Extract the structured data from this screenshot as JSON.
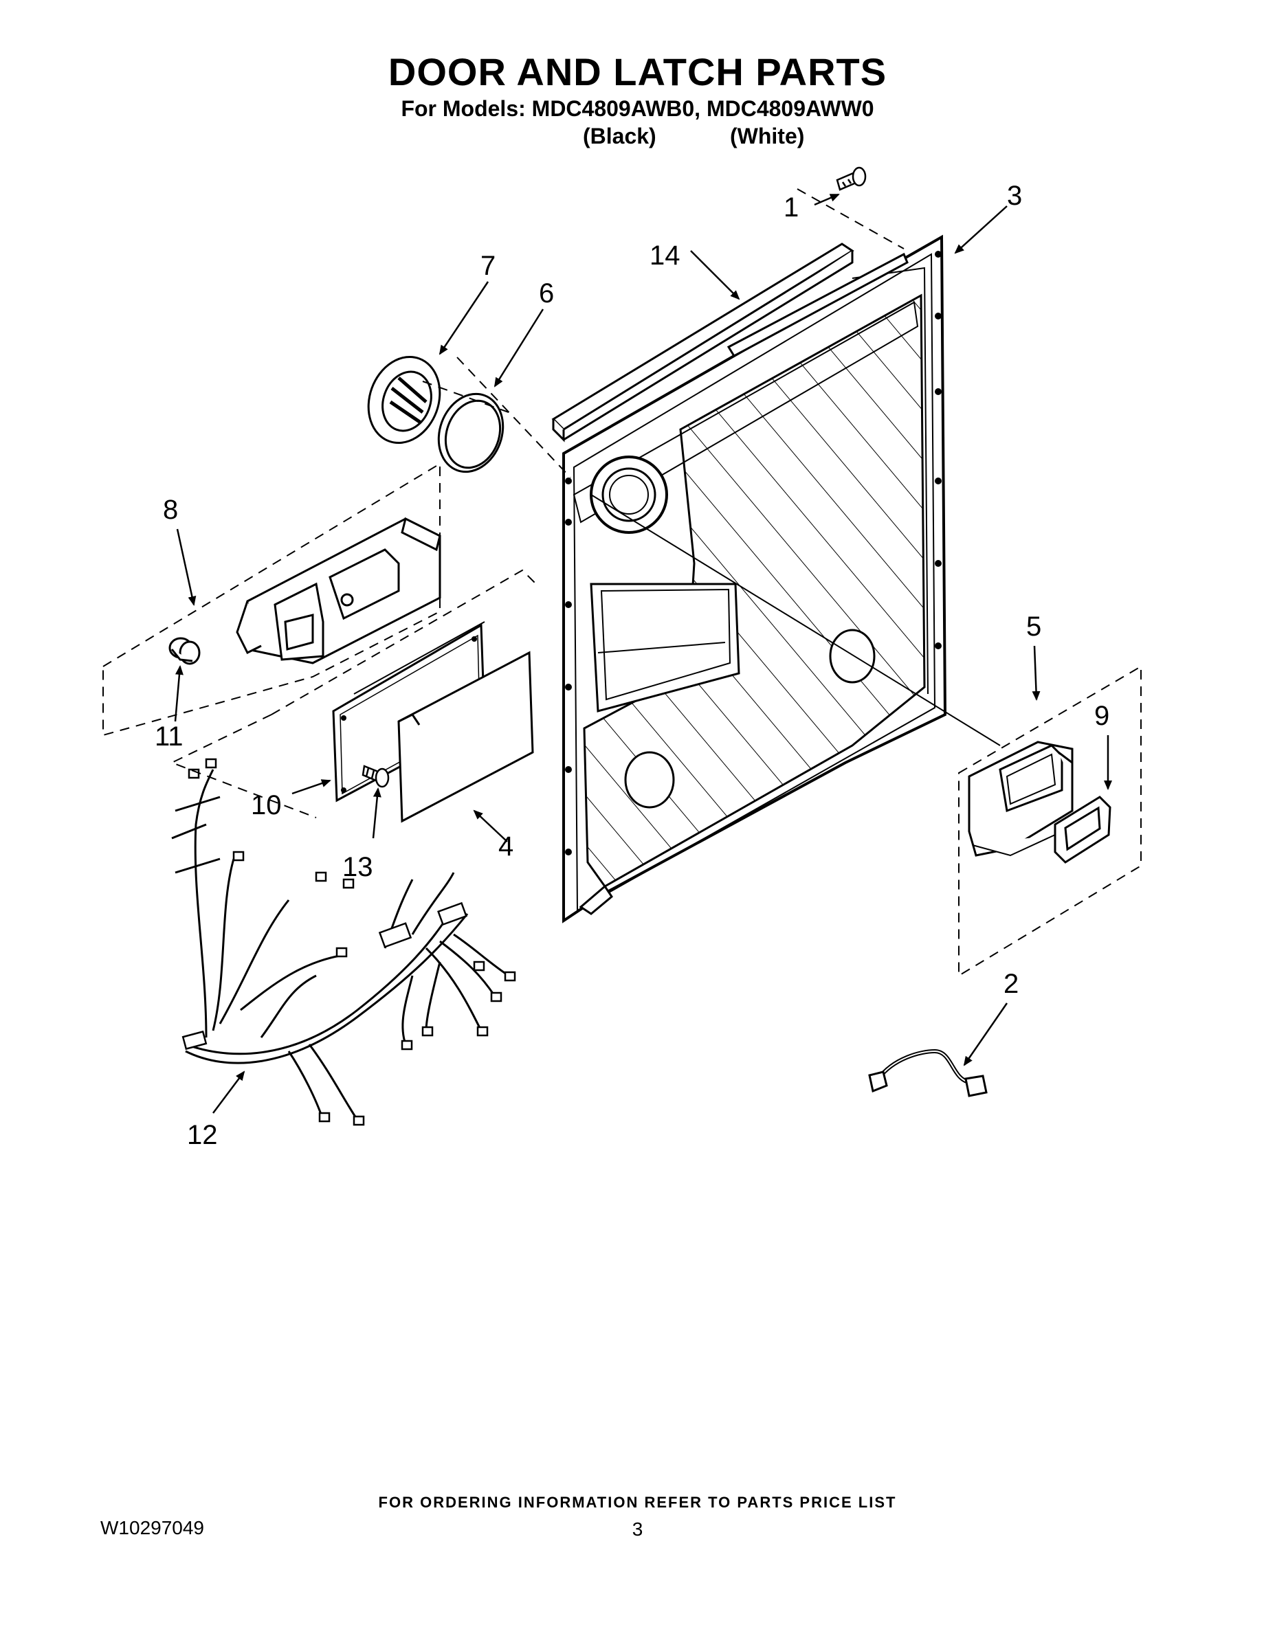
{
  "header": {
    "title": "DOOR AND LATCH PARTS",
    "models_line": "For Models: MDC4809AWB0, MDC4809AWW0",
    "variant_black": "(Black)",
    "variant_white": "(White)"
  },
  "callouts": {
    "c1": "1",
    "c2": "2",
    "c3": "3",
    "c4": "4",
    "c5": "5",
    "c6": "6",
    "c7": "7",
    "c8": "8",
    "c9": "9",
    "c10": "10",
    "c11": "11",
    "c12": "12",
    "c13": "13",
    "c14": "14"
  },
  "footer": {
    "ordering_note": "FOR ORDERING INFORMATION REFER TO PARTS PRICE LIST",
    "document_number": "W10297049",
    "page_number": "3"
  }
}
